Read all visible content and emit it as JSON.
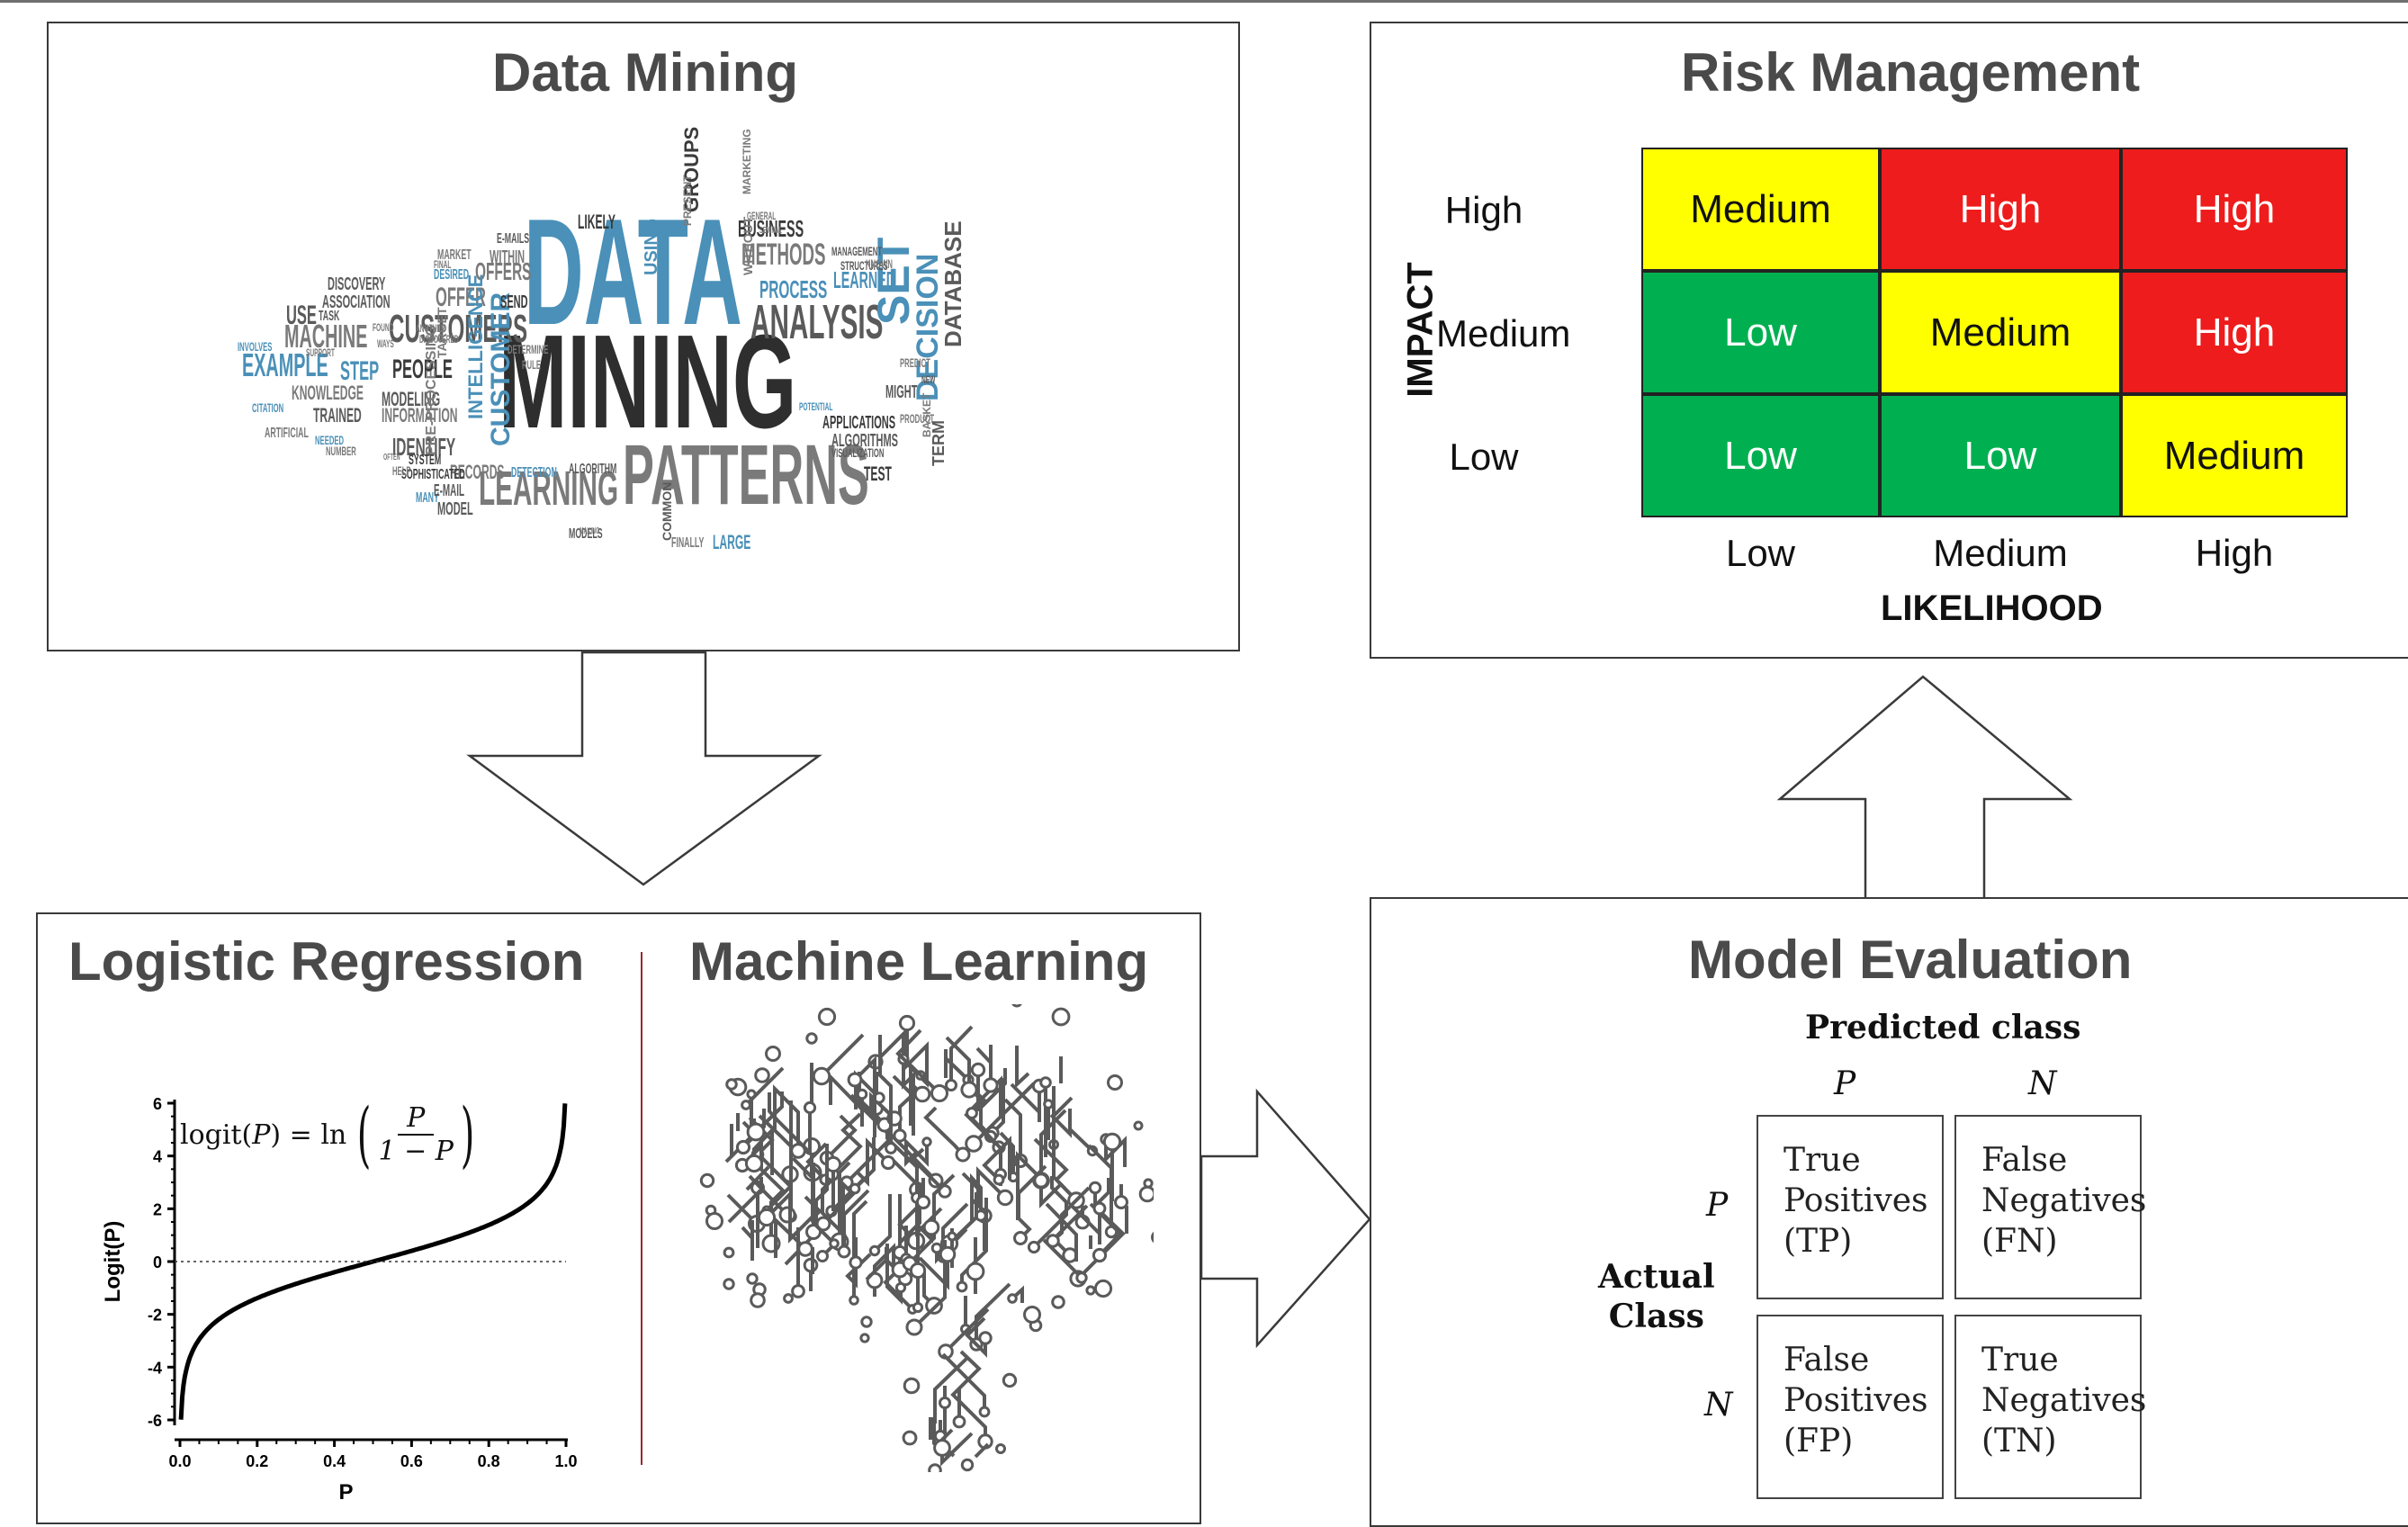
{
  "panels": {
    "data_mining": {
      "title": "Data Mining"
    },
    "risk": {
      "title": "Risk Management"
    },
    "logistic": {
      "title": "Logistic Regression"
    },
    "ml": {
      "title": "Machine Learning"
    },
    "model_eval": {
      "title": "Model Evaluation"
    }
  },
  "word_cloud": [
    {
      "text": "DATA",
      "color": "#4a90b8"
    },
    {
      "text": "MINING",
      "color": "#2e2e2e"
    },
    {
      "text": "PATTERNS",
      "color": "#7a7a7a"
    },
    {
      "text": "LEARNING",
      "color": "#7a7a7a"
    },
    {
      "text": "ANALYSIS",
      "color": "#5a5a5a"
    },
    {
      "text": "CUSTOMERS",
      "color": "#5a5a5a"
    },
    {
      "text": "SET",
      "color": "#4a90b8"
    },
    {
      "text": "EXAMPLE",
      "color": "#4a90b8"
    },
    {
      "text": "MACHINE",
      "color": "#7a7a7a"
    },
    {
      "text": "PEOPLE",
      "color": "#3a3a3a"
    },
    {
      "text": "METHODS",
      "color": "#7a7a7a"
    },
    {
      "text": "BUSINESS",
      "color": "#3a3a3a"
    },
    {
      "text": "PROCESS",
      "color": "#4a90b8"
    },
    {
      "text": "LEARNED",
      "color": "#4a90b8"
    },
    {
      "text": "OFFERS",
      "color": "#7a7a7a"
    },
    {
      "text": "OFFER",
      "color": "#7a7a7a"
    },
    {
      "text": "STEP",
      "color": "#4a90b8"
    },
    {
      "text": "USE",
      "color": "#5a5a5a"
    },
    {
      "text": "DISCOVERY",
      "color": "#5a5a5a"
    },
    {
      "text": "ASSOCIATION",
      "color": "#5a5a5a"
    },
    {
      "text": "KNOWLEDGE",
      "color": "#7a7a7a"
    },
    {
      "text": "TRAINED",
      "color": "#5a5a5a"
    },
    {
      "text": "MODELING",
      "color": "#5a5a5a"
    },
    {
      "text": "INFORMATION",
      "color": "#7a7a7a"
    },
    {
      "text": "IDENTIFY",
      "color": "#5a5a5a"
    },
    {
      "text": "RECORDS",
      "color": "#7a7a7a"
    },
    {
      "text": "MODEL",
      "color": "#5a5a5a"
    },
    {
      "text": "LARGE",
      "color": "#4a90b8"
    },
    {
      "text": "APPLICATIONS",
      "color": "#3a3a3a"
    },
    {
      "text": "ALGORITHMS",
      "color": "#5a5a5a"
    },
    {
      "text": "MIGHT",
      "color": "#5a5a5a"
    },
    {
      "text": "TEST",
      "color": "#3a3a3a"
    },
    {
      "text": "DECISION",
      "color": "#4a90b8"
    },
    {
      "text": "DATABASE",
      "color": "#5a5a5a"
    },
    {
      "text": "CUSTOMER",
      "color": "#4a90b8"
    },
    {
      "text": "INTELLIGENCE",
      "color": "#4a90b8"
    },
    {
      "text": "LIKELY",
      "color": "#3a3a3a"
    },
    {
      "text": "GROUPS",
      "color": "#3a3a3a"
    },
    {
      "text": "WITHIN",
      "color": "#7a7a7a"
    },
    {
      "text": "SEND",
      "color": "#3a3a3a"
    },
    {
      "text": "E-MAILS",
      "color": "#5a5a5a"
    },
    {
      "text": "USING",
      "color": "#4a90b8"
    },
    {
      "text": "SYSTEM",
      "color": "#3a3a3a"
    },
    {
      "text": "SOPHISTICATED",
      "color": "#3a3a3a"
    },
    {
      "text": "ALGORITHM",
      "color": "#5a5a5a"
    },
    {
      "text": "MODELS",
      "color": "#5a5a5a"
    },
    {
      "text": "FINALLY",
      "color": "#7a7a7a"
    },
    {
      "text": "STRUCTURES",
      "color": "#5a5a5a"
    },
    {
      "text": "MANAGEMENT",
      "color": "#5a5a5a"
    },
    {
      "text": "VISUALIZATION",
      "color": "#5a5a5a"
    },
    {
      "text": "PRODUCT",
      "color": "#7a7a7a"
    },
    {
      "text": "PREDICT",
      "color": "#7a7a7a"
    },
    {
      "text": "TERM",
      "color": "#5a5a5a"
    },
    {
      "text": "DETECTION",
      "color": "#4a90b8"
    },
    {
      "text": "MANY",
      "color": "#4a90b8"
    },
    {
      "text": "E-MAIL",
      "color": "#5a5a5a"
    },
    {
      "text": "NUMBER",
      "color": "#7a7a7a"
    },
    {
      "text": "NEEDED",
      "color": "#4a90b8"
    },
    {
      "text": "ARTIFICIAL",
      "color": "#7a7a7a"
    },
    {
      "text": "CITATION",
      "color": "#4a90b8"
    },
    {
      "text": "INVOLVES",
      "color": "#4a90b8"
    },
    {
      "text": "TASK",
      "color": "#5a5a5a"
    },
    {
      "text": "DESIRED",
      "color": "#4a90b8"
    },
    {
      "text": "MARKET",
      "color": "#7a7a7a"
    },
    {
      "text": "FINAL",
      "color": "#7a7a7a"
    },
    {
      "text": "DETERMINE",
      "color": "#7a7a7a"
    },
    {
      "text": "RULE",
      "color": "#7a7a7a"
    },
    {
      "text": "TARGET",
      "color": "#7a7a7a"
    },
    {
      "text": "PRE-PROCESSING",
      "color": "#7a7a7a"
    },
    {
      "text": "HELP",
      "color": "#7a7a7a"
    },
    {
      "text": "COMMON",
      "color": "#5a5a5a"
    },
    {
      "text": "POTENTIAL",
      "color": "#4a90b8"
    },
    {
      "text": "WITHOUT",
      "color": "#7a7a7a"
    },
    {
      "text": "PRESENT",
      "color": "#7a7a7a"
    },
    {
      "text": "MARKETING",
      "color": "#7a7a7a"
    },
    {
      "text": "GENERAL",
      "color": "#7a7a7a"
    },
    {
      "text": "SEMINAL",
      "color": "#7a7a7a"
    },
    {
      "text": "KNOWN",
      "color": "#7a7a7a"
    },
    {
      "text": "NEW",
      "color": "#5a5a5a"
    },
    {
      "text": "BASKET",
      "color": "#7a7a7a"
    },
    {
      "text": "OFTEN",
      "color": "#7a7a7a"
    },
    {
      "text": "SUPPORT",
      "color": "#7a7a7a"
    },
    {
      "text": "ANOTHER",
      "color": "#7a7a7a"
    },
    {
      "text": "DISCOVERED",
      "color": "#7a7a7a"
    },
    {
      "text": "FOUND",
      "color": "#7a7a7a"
    },
    {
      "text": "WAYS",
      "color": "#7a7a7a"
    },
    {
      "text": "MAKING",
      "color": "#7a7a7a"
    }
  ],
  "risk_matrix": {
    "y_axis_label": "IMPACT",
    "x_axis_label": "LIKELIHOOD",
    "row_labels": [
      "High",
      "Medium",
      "Low"
    ],
    "col_labels": [
      "Low",
      "Medium",
      "High"
    ],
    "cells": [
      [
        {
          "text": "Medium",
          "level": "medium"
        },
        {
          "text": "High",
          "level": "high"
        },
        {
          "text": "High",
          "level": "high"
        }
      ],
      [
        {
          "text": "Low",
          "level": "low"
        },
        {
          "text": "Medium",
          "level": "medium"
        },
        {
          "text": "High",
          "level": "high"
        }
      ],
      [
        {
          "text": "Low",
          "level": "low"
        },
        {
          "text": "Low",
          "level": "low"
        },
        {
          "text": "Medium",
          "level": "medium"
        }
      ]
    ],
    "colors": {
      "high": "#ee1c1c",
      "medium": "#ffff00",
      "low": "#00b050"
    },
    "text_colors": {
      "high": "#ffffff",
      "medium": "#111111",
      "low": "#ffffff"
    }
  },
  "logit_chart": {
    "formula_lhs": "logit(",
    "formula_p": "P",
    "formula_eq": ") = ln",
    "formula_num": "P",
    "formula_den": "1 − P",
    "ylabel": "Logit(P)",
    "xlabel": "P",
    "x_ticks": [
      "0.0",
      "0.2",
      "0.4",
      "0.6",
      "0.8",
      "1.0"
    ],
    "y_ticks": [
      "6",
      "4",
      "2",
      "0",
      "-2",
      "-4",
      "-6"
    ]
  },
  "chart_data": {
    "type": "line",
    "title": "",
    "xlabel": "P",
    "ylabel": "Logit(P)",
    "xlim": [
      0,
      1
    ],
    "ylim": [
      -6,
      6
    ],
    "series": [
      {
        "x": [
          0.0025,
          0.005,
          0.01,
          0.02,
          0.05,
          0.1,
          0.2,
          0.3,
          0.4,
          0.5,
          0.6,
          0.7,
          0.8,
          0.9,
          0.95,
          0.98,
          0.99,
          0.995,
          0.9975
        ],
        "y": [
          -5.99,
          -5.29,
          -4.6,
          -3.89,
          -2.94,
          -2.2,
          -1.39,
          -0.85,
          -0.41,
          0,
          0.41,
          0.85,
          1.39,
          2.2,
          2.94,
          3.89,
          4.6,
          5.29,
          5.99
        ]
      }
    ],
    "reference_line_y": 0
  },
  "confusion_matrix": {
    "predicted_label": "Predicted class",
    "actual_label_line1": "Actual",
    "actual_label_line2": "Class",
    "col_labels": [
      "P",
      "N"
    ],
    "row_labels": [
      "P",
      "N"
    ],
    "cells": [
      [
        [
          "True",
          "Positives",
          "(TP)"
        ],
        [
          "False",
          "Negatives",
          "(FN)"
        ]
      ],
      [
        [
          "False",
          "Positives",
          "(FP)"
        ],
        [
          "True",
          "Negatives",
          "(TN)"
        ]
      ]
    ]
  }
}
